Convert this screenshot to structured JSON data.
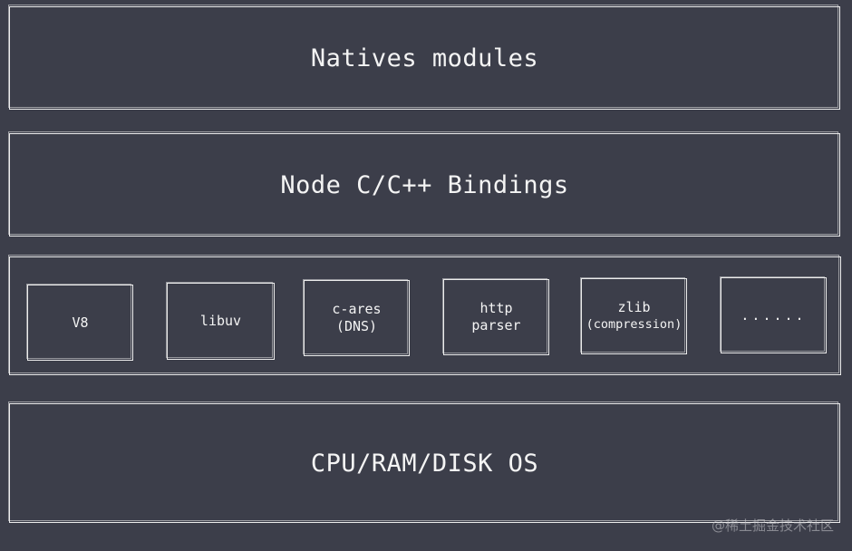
{
  "layers": {
    "natives": "Natives modules",
    "bindings": "Node C/C++ Bindings",
    "os": "CPU/RAM/DISK OS"
  },
  "dependencies": [
    {
      "line1": "V8",
      "line2": ""
    },
    {
      "line1": "libuv",
      "line2": ""
    },
    {
      "line1": "c-ares",
      "line2": "(DNS)"
    },
    {
      "line1": "http",
      "line2": "parser"
    },
    {
      "line1": "zlib",
      "line2": "(compression)"
    },
    {
      "line1": "......",
      "line2": ""
    }
  ],
  "watermark": "@稀土掘金技术社区",
  "colors": {
    "background": "#3c3e4a",
    "stroke": "#ececec",
    "text": "#f4f4f4"
  }
}
